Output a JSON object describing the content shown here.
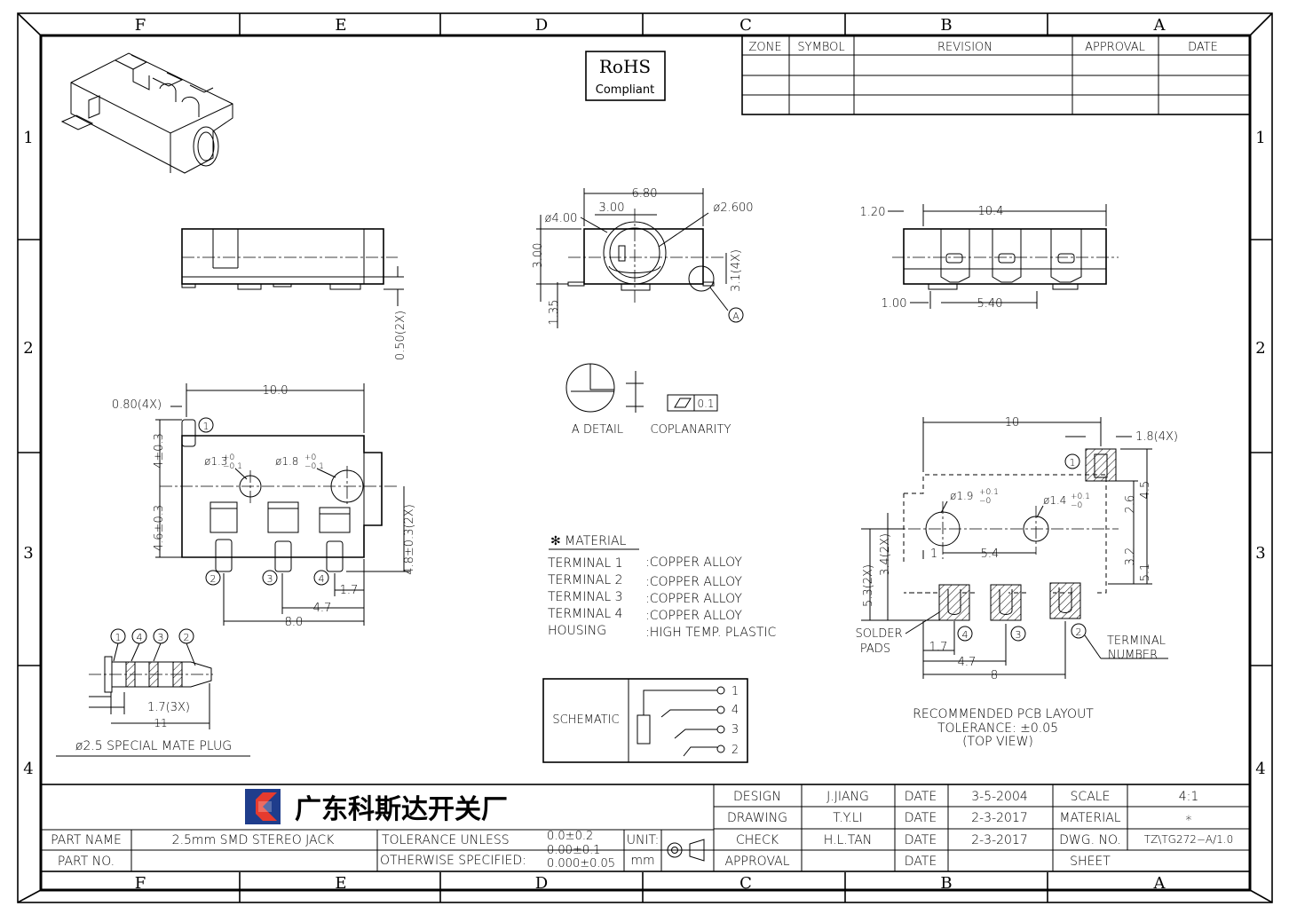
{
  "zones": {
    "columns": [
      "F",
      "E",
      "D",
      "C",
      "B",
      "A"
    ],
    "rows": [
      "1",
      "2",
      "3",
      "4"
    ]
  },
  "rohs": {
    "line1": "RoHS",
    "line2": "Compliant"
  },
  "revision_table": {
    "headers": [
      "ZONE",
      "SYMBOL",
      "REVISION",
      "APPROVAL",
      "DATE"
    ]
  },
  "dims": {
    "front_width": "6.80",
    "front_3": "3.00",
    "front_dia_small": "ø2.600",
    "front_dia_large": "ø4.00",
    "front_height": "3.00",
    "front_offset": "3.1(4X)",
    "front_bottom": "1.35",
    "detail_ref": "A",
    "side_pin_h": "0.50(2X)",
    "right_left": "1.20",
    "right_width": "10.4",
    "right_bottom_left": "1.00",
    "right_bottom_span": "5.40",
    "top_width": "10.0",
    "top_pin_w": "0.80(4X)",
    "top_hole1": "ø1.3",
    "top_hole1_tol_up": "+0",
    "top_hole1_tol_dn": "−0.1",
    "top_hole2": "ø1.8",
    "top_hole2_tol_up": "+0",
    "top_hole2_tol_dn": "−0.1",
    "top_h_upper": "4±0.3",
    "top_h_lower": "4.6±0.3",
    "top_right": "4.8±0.3(2X)",
    "top_1_7": "1.7",
    "top_4_7": "4.7",
    "top_8_0": "8.0",
    "plug_pitch": "1.7(3X)",
    "plug_length": "11",
    "pcb_width": "10",
    "pcb_pad": "1.8(4X)",
    "pcb_hole1": "ø1.9",
    "pcb_hole1_tol_up": "+0.1",
    "pcb_hole1_tol_dn": "−0",
    "pcb_hole2": "ø1.4",
    "pcb_hole2_tol_up": "+0.1",
    "pcb_hole2_tol_dn": "−0",
    "pcb_2_6": "2.6",
    "pcb_4_5": "4.5",
    "pcb_3_2": "3.2",
    "pcb_5_1": "5.1",
    "pcb_5_3": "5.3(2X)",
    "pcb_3_4": "3.4(2X)",
    "pcb_1": "1",
    "pcb_5_4": "5.4",
    "pcb_1_7": "1.7",
    "pcb_4_7": "4.7",
    "pcb_8": "8"
  },
  "terminals": {
    "t1": "1",
    "t2": "2",
    "t3": "3",
    "t4": "4"
  },
  "detail": {
    "a_detail": "A DETAIL",
    "coplanarity": "COPLANARITY",
    "flatness": "0.1"
  },
  "plug_caption": "ø2.5 SPECIAL MATE PLUG",
  "material": {
    "title": "✻ MATERIAL",
    "rows": [
      {
        "part": "TERMINAL 1",
        "value": ":COPPER ALLOY"
      },
      {
        "part": "TERMINAL 2",
        "value": ":COPPER ALLOY"
      },
      {
        "part": "TERMINAL 3",
        "value": ":COPPER ALLOY"
      },
      {
        "part": "TERMINAL 4",
        "value": ":COPPER ALLOY"
      },
      {
        "part": "HOUSING",
        "value": ":HIGH TEMP. PLASTIC"
      }
    ]
  },
  "schematic": {
    "label": "SCHEMATIC",
    "pins": [
      "1",
      "4",
      "3",
      "2"
    ]
  },
  "pcb": {
    "solder_line1": "SOLDER",
    "solder_line2": "PADS",
    "terminal_line1": "TERMINAL",
    "terminal_line2": "NUMBER",
    "caption1": "RECOMMENDED PCB LAYOUT",
    "caption2": "TOLERANCE: ±0.05",
    "caption3": "(TOP VIEW)"
  },
  "title_block": {
    "company": "广东科斯达开关厂",
    "part_name_label": "PART NAME",
    "part_name": "2.5mm SMD STEREO JACK",
    "part_no_label": "PART NO.",
    "part_no": "",
    "tolerance_line1": "TOLERANCE UNLESS",
    "tolerance_line2": "OTHERWISE SPECIFIED:",
    "tol_1": "0.0±0.2",
    "tol_2": "0.00±0.1",
    "tol_3": "0.000±0.05",
    "unit_label": "UNIT:",
    "unit": "mm",
    "design_label": "DESIGN",
    "design_name": "J.JIANG",
    "design_date_label": "DATE",
    "design_date": "3-5-2004",
    "drawing_label": "DRAWING",
    "drawing_name": "T.Y.LI",
    "drawing_date_label": "DATE",
    "drawing_date": "2-3-2017",
    "check_label": "CHECK",
    "check_name": "H.L.TAN",
    "check_date_label": "DATE",
    "check_date": "2-3-2017",
    "approval_label": "APPROVAL",
    "approval_name": "",
    "approval_date_label": "DATE",
    "approval_date": "",
    "scale_label": "SCALE",
    "scale": "4:1",
    "material_label": "MATERIAL",
    "material": "∗",
    "dwg_label": "DWG. NO.",
    "dwg_no": "TZ\\TG272−A/1.0",
    "sheet_label": "SHEET",
    "sheet": ""
  }
}
